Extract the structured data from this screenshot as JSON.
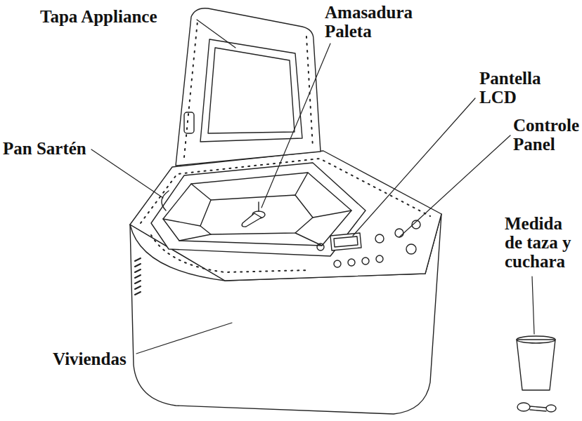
{
  "diagram": {
    "labels": [
      "Tapa Appliance",
      "Amasadura Paleta",
      "Pantella LCD",
      "Pan Sartén",
      "Controle Panel",
      "Medida de taza y cuchara",
      "Viviendas"
    ]
  }
}
